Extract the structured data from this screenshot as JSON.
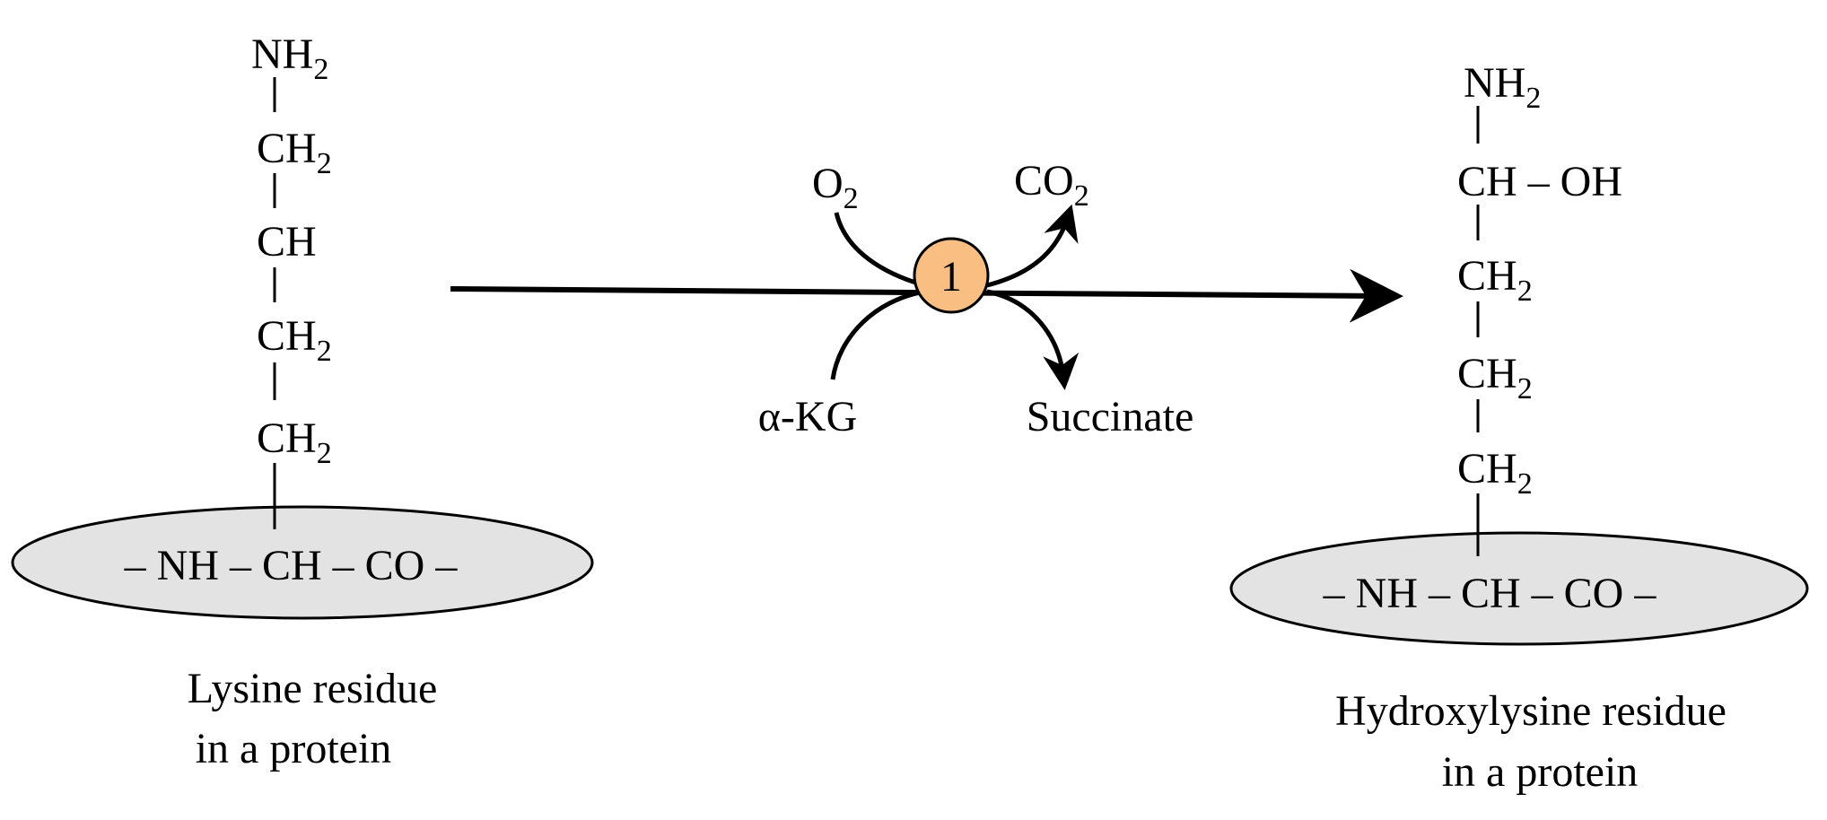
{
  "left_molecule": {
    "chain": [
      {
        "main": "NH",
        "sub": "2"
      },
      {
        "main": "CH",
        "sub": "2"
      },
      {
        "main": "CH",
        "sub": ""
      },
      {
        "main": "CH",
        "sub": "2"
      },
      {
        "main": "CH",
        "sub": "2"
      }
    ],
    "backbone": "– NH – CH – CO –",
    "caption_line1": "Lysine residue",
    "caption_line2": "in a protein"
  },
  "reaction": {
    "enzyme_number": "1",
    "enzyme_color": "#F9BE82",
    "reactant_top": {
      "main": "O",
      "sub": "2"
    },
    "product_top": {
      "main": "CO",
      "sub": "2"
    },
    "reactant_bottom": "α-KG",
    "product_bottom": "Succinate"
  },
  "right_molecule": {
    "chain": [
      {
        "main": "NH",
        "sub": "2"
      },
      {
        "main": "CH – OH",
        "sub": ""
      },
      {
        "main": "CH",
        "sub": "2"
      },
      {
        "main": "CH",
        "sub": "2"
      },
      {
        "main": "CH",
        "sub": "2"
      }
    ],
    "backbone": "– NH – CH – CO –",
    "caption_line1": "Hydroxylysine residue",
    "caption_line2": "in a protein"
  },
  "colors": {
    "ellipse_fill": "#E3E3E3",
    "line": "#000000"
  }
}
